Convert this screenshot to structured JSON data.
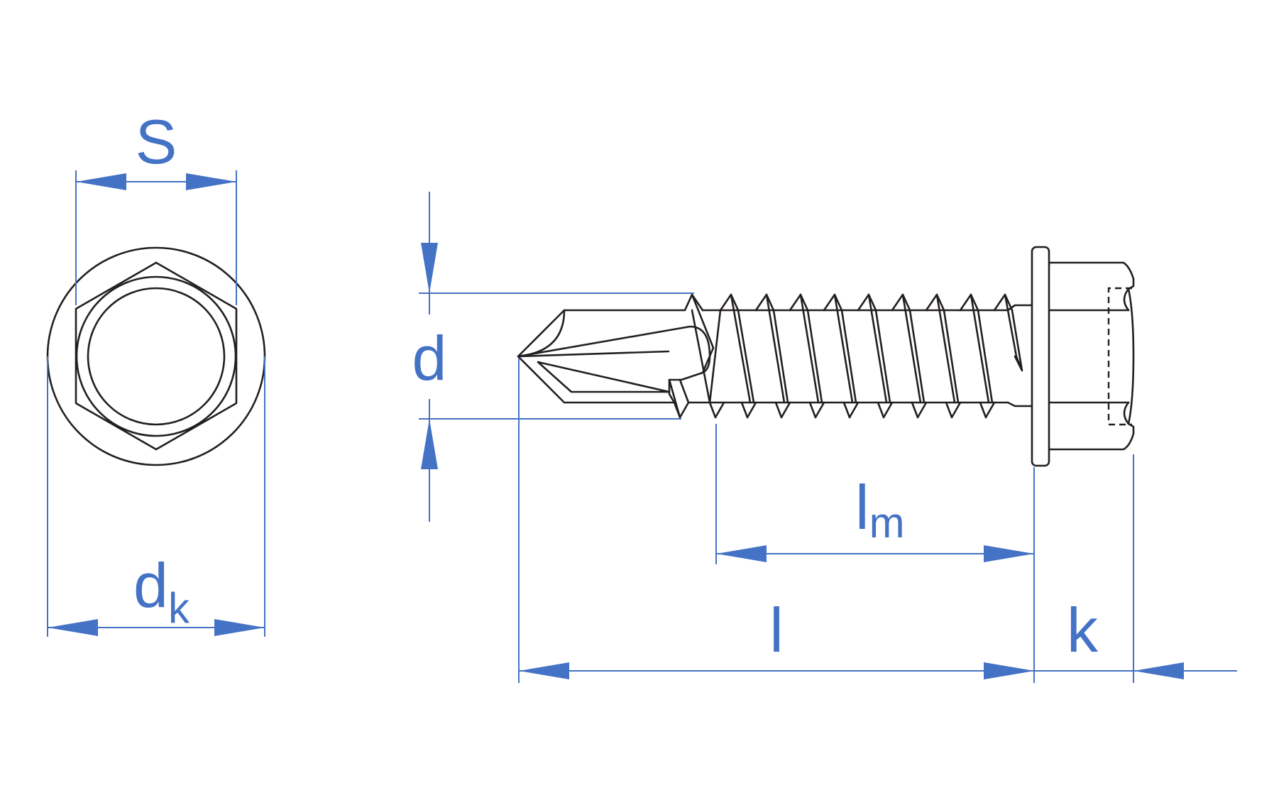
{
  "labels": {
    "s": "S",
    "dk_main": "d",
    "dk_sub": "k",
    "d": "d",
    "lm_main": "l",
    "lm_sub": "m",
    "l": "l",
    "k": "k"
  },
  "colors": {
    "dimension": "#4472c4",
    "outline": "#231f20",
    "background": "#ffffff"
  }
}
